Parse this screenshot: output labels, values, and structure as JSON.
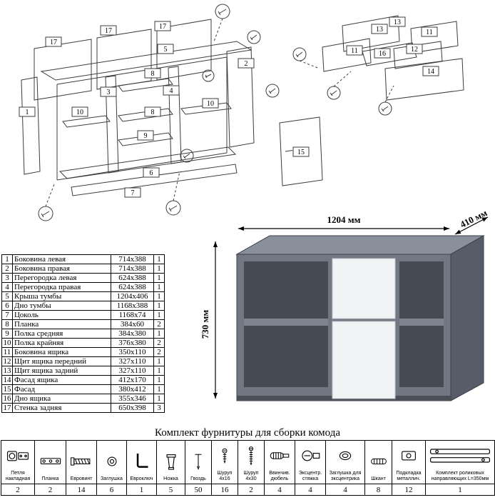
{
  "diagram": {
    "callouts": [
      "17",
      "17",
      "17",
      "5",
      "1",
      "3",
      "10",
      "8",
      "4",
      "2",
      "10",
      "8",
      "9",
      "6",
      "7",
      "15",
      "13",
      "13",
      "11",
      "11",
      "16",
      "12",
      "14"
    ]
  },
  "render": {
    "dims": {
      "width": "1204 мм",
      "depth": "410 мм",
      "height": "730 мм"
    },
    "colors": {
      "body": "#717884",
      "top": "#8a909b",
      "side": "#575d68",
      "interior": "#454a53",
      "shelf": "#7d8490",
      "front": "#f2f3f4",
      "plinth": "#4a4f58"
    }
  },
  "parts": {
    "rows": [
      {
        "num": "1",
        "name": "Боковина левая",
        "size": "714x388",
        "qty": "1"
      },
      {
        "num": "2",
        "name": "Боковина правая",
        "size": "714x388",
        "qty": "1"
      },
      {
        "num": "3",
        "name": "Перегородка левая",
        "size": "624x388",
        "qty": "1"
      },
      {
        "num": "4",
        "name": "Перегородка правая",
        "size": "624x388",
        "qty": "1"
      },
      {
        "num": "5",
        "name": "Крыша тумбы",
        "size": "1204x406",
        "qty": "1"
      },
      {
        "num": "6",
        "name": "Дно тумбы",
        "size": "1168x388",
        "qty": "1"
      },
      {
        "num": "7",
        "name": "Цоколь",
        "size": "1168x74",
        "qty": "1"
      },
      {
        "num": "8",
        "name": "Планка",
        "size": "384x60",
        "qty": "2"
      },
      {
        "num": "9",
        "name": "Полка средняя",
        "size": "384x380",
        "qty": "1"
      },
      {
        "num": "10",
        "name": "Полка крайняя",
        "size": "376x380",
        "qty": "2"
      },
      {
        "num": "11",
        "name": "Боковина ящика",
        "size": "350x110",
        "qty": "2"
      },
      {
        "num": "12",
        "name": "Щит ящика передний",
        "size": "327x110",
        "qty": "1"
      },
      {
        "num": "13",
        "name": "Щит ящика задний",
        "size": "327x110",
        "qty": "1"
      },
      {
        "num": "14",
        "name": "Фасад ящика",
        "size": "412x170",
        "qty": "1"
      },
      {
        "num": "15",
        "name": "Фасад",
        "size": "380x412",
        "qty": "1"
      },
      {
        "num": "16",
        "name": "Дно ящика",
        "size": "355x346",
        "qty": "1"
      },
      {
        "num": "17",
        "name": "Стенка задняя",
        "size": "650x398",
        "qty": "3"
      }
    ]
  },
  "kit": {
    "title": "Комплект фурнитуры для сборки комода",
    "items": [
      {
        "icon": "hinge-icon",
        "label": "Петля накладная",
        "qty": "2"
      },
      {
        "icon": "plate-icon",
        "label": "Планка",
        "qty": "2"
      },
      {
        "icon": "euroscrew-icon",
        "label": "Евровинт",
        "qty": "14"
      },
      {
        "icon": "plug-icon",
        "label": "Заглушка",
        "qty": "6"
      },
      {
        "icon": "hex-key-icon",
        "label": "Евроключ",
        "qty": "1"
      },
      {
        "icon": "leg-icon",
        "label": "Ножка",
        "qty": "5"
      },
      {
        "icon": "nail-icon",
        "label": "Гвоздь",
        "qty": "50"
      },
      {
        "icon": "screw-4x16-icon",
        "label": "Шуруп 4x16",
        "qty": "16"
      },
      {
        "icon": "screw-4x30-icon",
        "label": "Шуруп 4x30",
        "qty": "2"
      },
      {
        "icon": "dowel-screw-icon",
        "label": "Ввинчив. дюбель",
        "qty": "4"
      },
      {
        "icon": "cam-lock-icon",
        "label": "Эксцентр. стяжка",
        "qty": "4"
      },
      {
        "icon": "cam-cover-icon",
        "label": "Заглушка для эксцентрика",
        "qty": "4"
      },
      {
        "icon": "wood-dowel-icon",
        "label": "Шкант",
        "qty": "8"
      },
      {
        "icon": "metal-washer-icon",
        "label": "Подкладка металлич.",
        "qty": "12"
      },
      {
        "icon": "roller-guides-icon",
        "label": "Комплект роликовых направляющих L=350мм",
        "qty": "1"
      }
    ]
  }
}
